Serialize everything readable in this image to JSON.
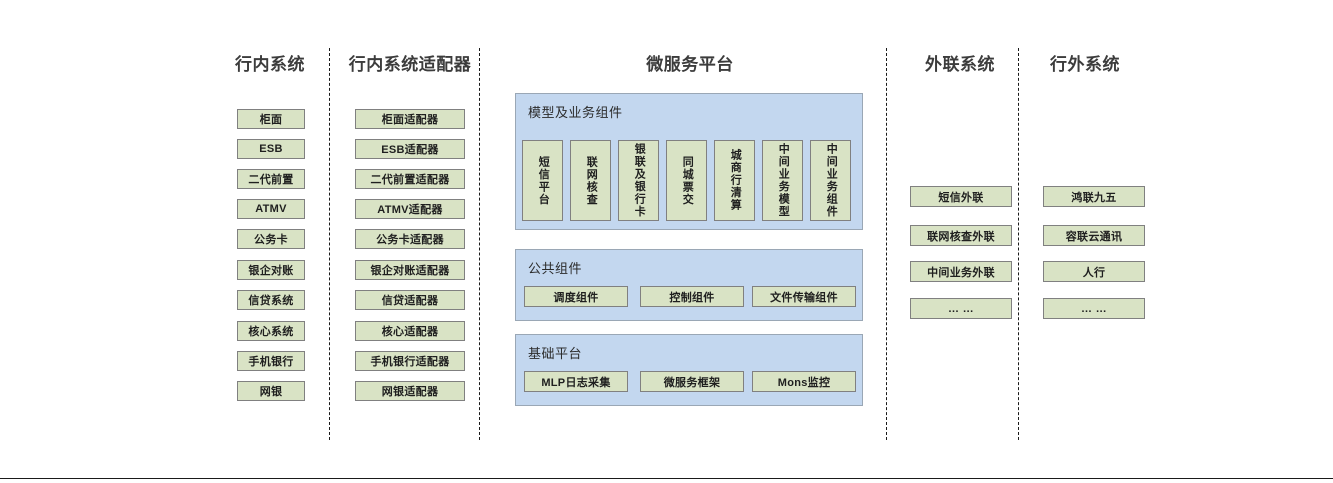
{
  "diagram": {
    "title_bottom_rule": true,
    "colors": {
      "node_fill": "#d9e3c5",
      "node_border": "#808080",
      "panel_fill": "#c3d7ef",
      "panel_border": "#9aa7b5",
      "divider": "#1a1a1a",
      "heading_text": "#3c3c3c"
    },
    "columns": [
      {
        "id": "in-bank-systems",
        "heading": "行内系统",
        "items": [
          "柜面",
          "ESB",
          "二代前置",
          "ATMV",
          "公务卡",
          "银企对账",
          "信贷系统",
          "核心系统",
          "手机银行",
          "网银"
        ]
      },
      {
        "id": "in-bank-adapters",
        "heading": "行内系统适配器",
        "items": [
          "柜面适配器",
          "ESB适配器",
          "二代前置适配器",
          "ATMV适配器",
          "公务卡适配器",
          "银企对账适配器",
          "信贷适配器",
          "核心适配器",
          "手机银行适配器",
          "网银适配器"
        ]
      },
      {
        "id": "microservice-platform",
        "heading": "微服务平台",
        "panels": [
          {
            "id": "model-business-components",
            "title": "模型及业务组件",
            "orientation": "vertical",
            "items": [
              "短信平台",
              "联网核查",
              "银联及银行卡",
              "同城票交",
              "城商行清算",
              "中间业务模型",
              "中间业务组件"
            ]
          },
          {
            "id": "public-components",
            "title": "公共组件",
            "orientation": "horizontal",
            "items": [
              "调度组件",
              "控制组件",
              "文件传输组件"
            ]
          },
          {
            "id": "base-platform",
            "title": "基础平台",
            "orientation": "horizontal",
            "items": [
              "MLP日志采集",
              "微服务框架",
              "Mons监控"
            ]
          }
        ]
      },
      {
        "id": "external-link-systems",
        "heading": "外联系统",
        "items": [
          "短信外联",
          "联网核查外联",
          "中间业务外联",
          "… …"
        ]
      },
      {
        "id": "out-of-bank-systems",
        "heading": "行外系统",
        "items": [
          "鸿联九五",
          "容联云通讯",
          "人行",
          "… …"
        ]
      }
    ]
  }
}
